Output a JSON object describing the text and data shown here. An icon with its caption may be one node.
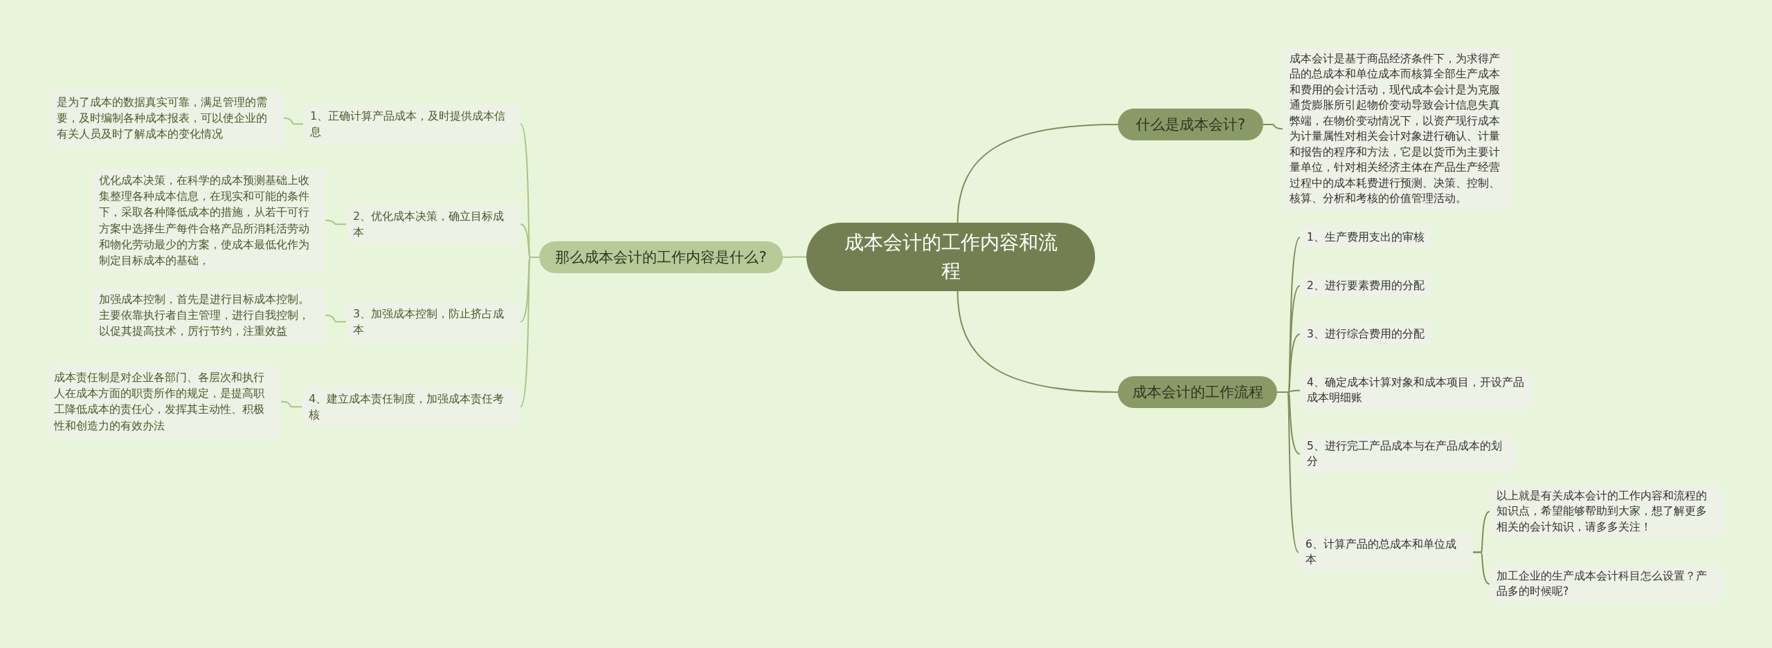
{
  "diagram": {
    "nodes": [
      {
        "text": [
          "成本会计的工作内容和流程"
        ]
      },
      {
        "text": [
          "什么是成本会计?"
        ]
      },
      {
        "text": [
          "成本会计是基于商品经济条件下，为求得产品的总成本和单位成本而核算全部生产成本和费用的会计活动，现代成本会计是为克服通货膨胀所引起物价变动导致会计信息失真弊端，在物价变动情况下，以资产现行成本为计量属性对相关会计对象进行确认、计量和报告的程序和方法，它是以货币为主要计量单位，针对相关经济主体在产品生产经营过程中的成本耗费进行预测、决策、控制、核算、分析和考核的价值管理活动。"
        ]
      },
      {
        "text": [
          "成本会计的工作流程"
        ]
      },
      {
        "text": [
          "1、生产费用支出的审核"
        ]
      },
      {
        "text": [
          "2、进行要素费用的分配"
        ]
      },
      {
        "text": [
          "3、进行综合费用的分配"
        ]
      },
      {
        "text": [
          "4、确定成本计算对象和成本项目，开设产品成本明细账"
        ]
      },
      {
        "text": [
          "5、进行完工产品成本与在产品成本的划分"
        ]
      },
      {
        "text": [
          "6、计算产品的总成本和单位成本"
        ]
      },
      {
        "text": [
          "以上就是有关成本会计的工作内容和流程的知识点，希望能够帮助到大家，想了解更多相关的会计知识，请多多关注！"
        ]
      },
      {
        "text": [
          "加工企业的生产成本会计科目怎么设置？产品多的时候呢?"
        ]
      },
      {
        "text": [
          "那么成本会计的工作内容是什么?"
        ]
      },
      {
        "text": [
          "1、正确计算产品成本，及时提供成本信息"
        ]
      },
      {
        "text": [
          "2、优化成本决策，确立目标成本"
        ]
      },
      {
        "text": [
          "3、加强成本控制，防止挤占成本"
        ]
      },
      {
        "text": [
          "4、建立成本责任制度，加强成本责任考核"
        ]
      },
      {
        "text": [
          "是为了成本的数据真实可靠，满足管理的需要，及时编制各种成本报表，可以使企业的有关人员及时了解成本的变化情况"
        ]
      },
      {
        "text": [
          "优化成本决策，在科学的成本预测基础上收集整理各种成本信息，在现实和可能的条件下，采取各种降低成本的措施，从若干可行方案中选择生产每件合格产品所消耗活劳动和物化劳动最少的方案，使成本最低化作为制定目标成本的基础，"
        ]
      },
      {
        "text": [
          "加强成本控制，首先是进行目标成本控制。主要依靠执行者自主管理，进行自我控制，以促其提高技术，厉行节约，注重效益"
        ]
      },
      {
        "text": [
          "成本责任制是对企业各部门、各层次和执行人在成本方面的职责所作的规定，是提高职工降低成本的责任心，发挥其主动性、积极性和创造力的有效办法"
        ]
      }
    ],
    "edges": [
      {
        "from": 0,
        "to": 1,
        "arrow": "none"
      },
      {
        "from": 1,
        "to": 2,
        "arrow": "none"
      },
      {
        "from": 0,
        "to": 3,
        "arrow": "none"
      },
      {
        "from": 3,
        "to": 4,
        "arrow": "none"
      },
      {
        "from": 3,
        "to": 5,
        "arrow": "none"
      },
      {
        "from": 3,
        "to": 6,
        "arrow": "none"
      },
      {
        "from": 3,
        "to": 7,
        "arrow": "none"
      },
      {
        "from": 3,
        "to": 8,
        "arrow": "none"
      },
      {
        "from": 3,
        "to": 9,
        "arrow": "none"
      },
      {
        "from": 9,
        "to": 10,
        "arrow": "none"
      },
      {
        "from": 9,
        "to": 11,
        "arrow": "none"
      },
      {
        "from": 0,
        "to": 12,
        "arrow": "none"
      },
      {
        "from": 12,
        "to": 13,
        "arrow": "none"
      },
      {
        "from": 12,
        "to": 14,
        "arrow": "none"
      },
      {
        "from": 12,
        "to": 15,
        "arrow": "none"
      },
      {
        "from": 12,
        "to": 16,
        "arrow": "none"
      },
      {
        "from": 13,
        "to": 17,
        "arrow": "none"
      },
      {
        "from": 14,
        "to": 18,
        "arrow": "none"
      },
      {
        "from": 15,
        "to": 19,
        "arrow": "none"
      },
      {
        "from": 16,
        "to": 20,
        "arrow": "none"
      }
    ]
  }
}
